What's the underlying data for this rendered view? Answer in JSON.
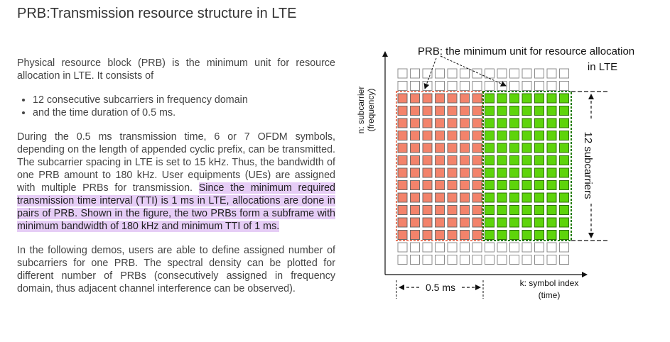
{
  "page": {
    "title": "PRB:Transmission resource structure in LTE"
  },
  "intro": {
    "paragraph": "Physical resource block (PRB) is the minimum unit for resource allocation in LTE. It consists of",
    "bullets": [
      "12 consecutive subcarriers in frequency domain",
      "and the time duration of 0.5 ms."
    ]
  },
  "body": {
    "para2_plain": "During the 0.5 ms transmission time, 6 or 7 OFDM symbols, depending on the length of appended cyclic prefix, can be transmitted. The subcarrier spacing in LTE is set to 15 kHz. Thus, the bandwidth of one PRB amount to 180 kHz. User equipments (UEs) are assigned with multiple PRBs for transmission. ",
    "para2_highlight": "Since the minimum required transmission time interval (TTI) is 1 ms in LTE, allocations are done in pairs of PRB. Shown in the figure, the two PRBs form a subframe with minimum bandwidth of 180 kHz and minimum TTI of 1 ms.",
    "para3": "In the following demos, users are able to define assigned number of subcarriers for one PRB. The spectral density can be plotted for different number of PRBs (consecutively assigned in frequency domain, thus adjacent channel interference can be observed)."
  },
  "figure": {
    "callout_line1": "PRB: the minimum unit for resource allocation",
    "callout_line2": "in LTE",
    "y_axis_label_line1": "n: subcarrier",
    "y_axis_label_line2": "(frequency)",
    "x_axis_label_line1": "k: symbol index",
    "x_axis_label_line2": "(time)",
    "time_label": "0.5 ms",
    "subcarrier_label": "12 subcarriers",
    "grid": {
      "columns": 14,
      "rows": 16,
      "prb_rows": 12,
      "symbols_per_prb": 7
    },
    "colors": {
      "prb1_fill": "#f3836b",
      "prb2_fill": "#5ed40b",
      "empty_cell": "#ffffff"
    }
  }
}
